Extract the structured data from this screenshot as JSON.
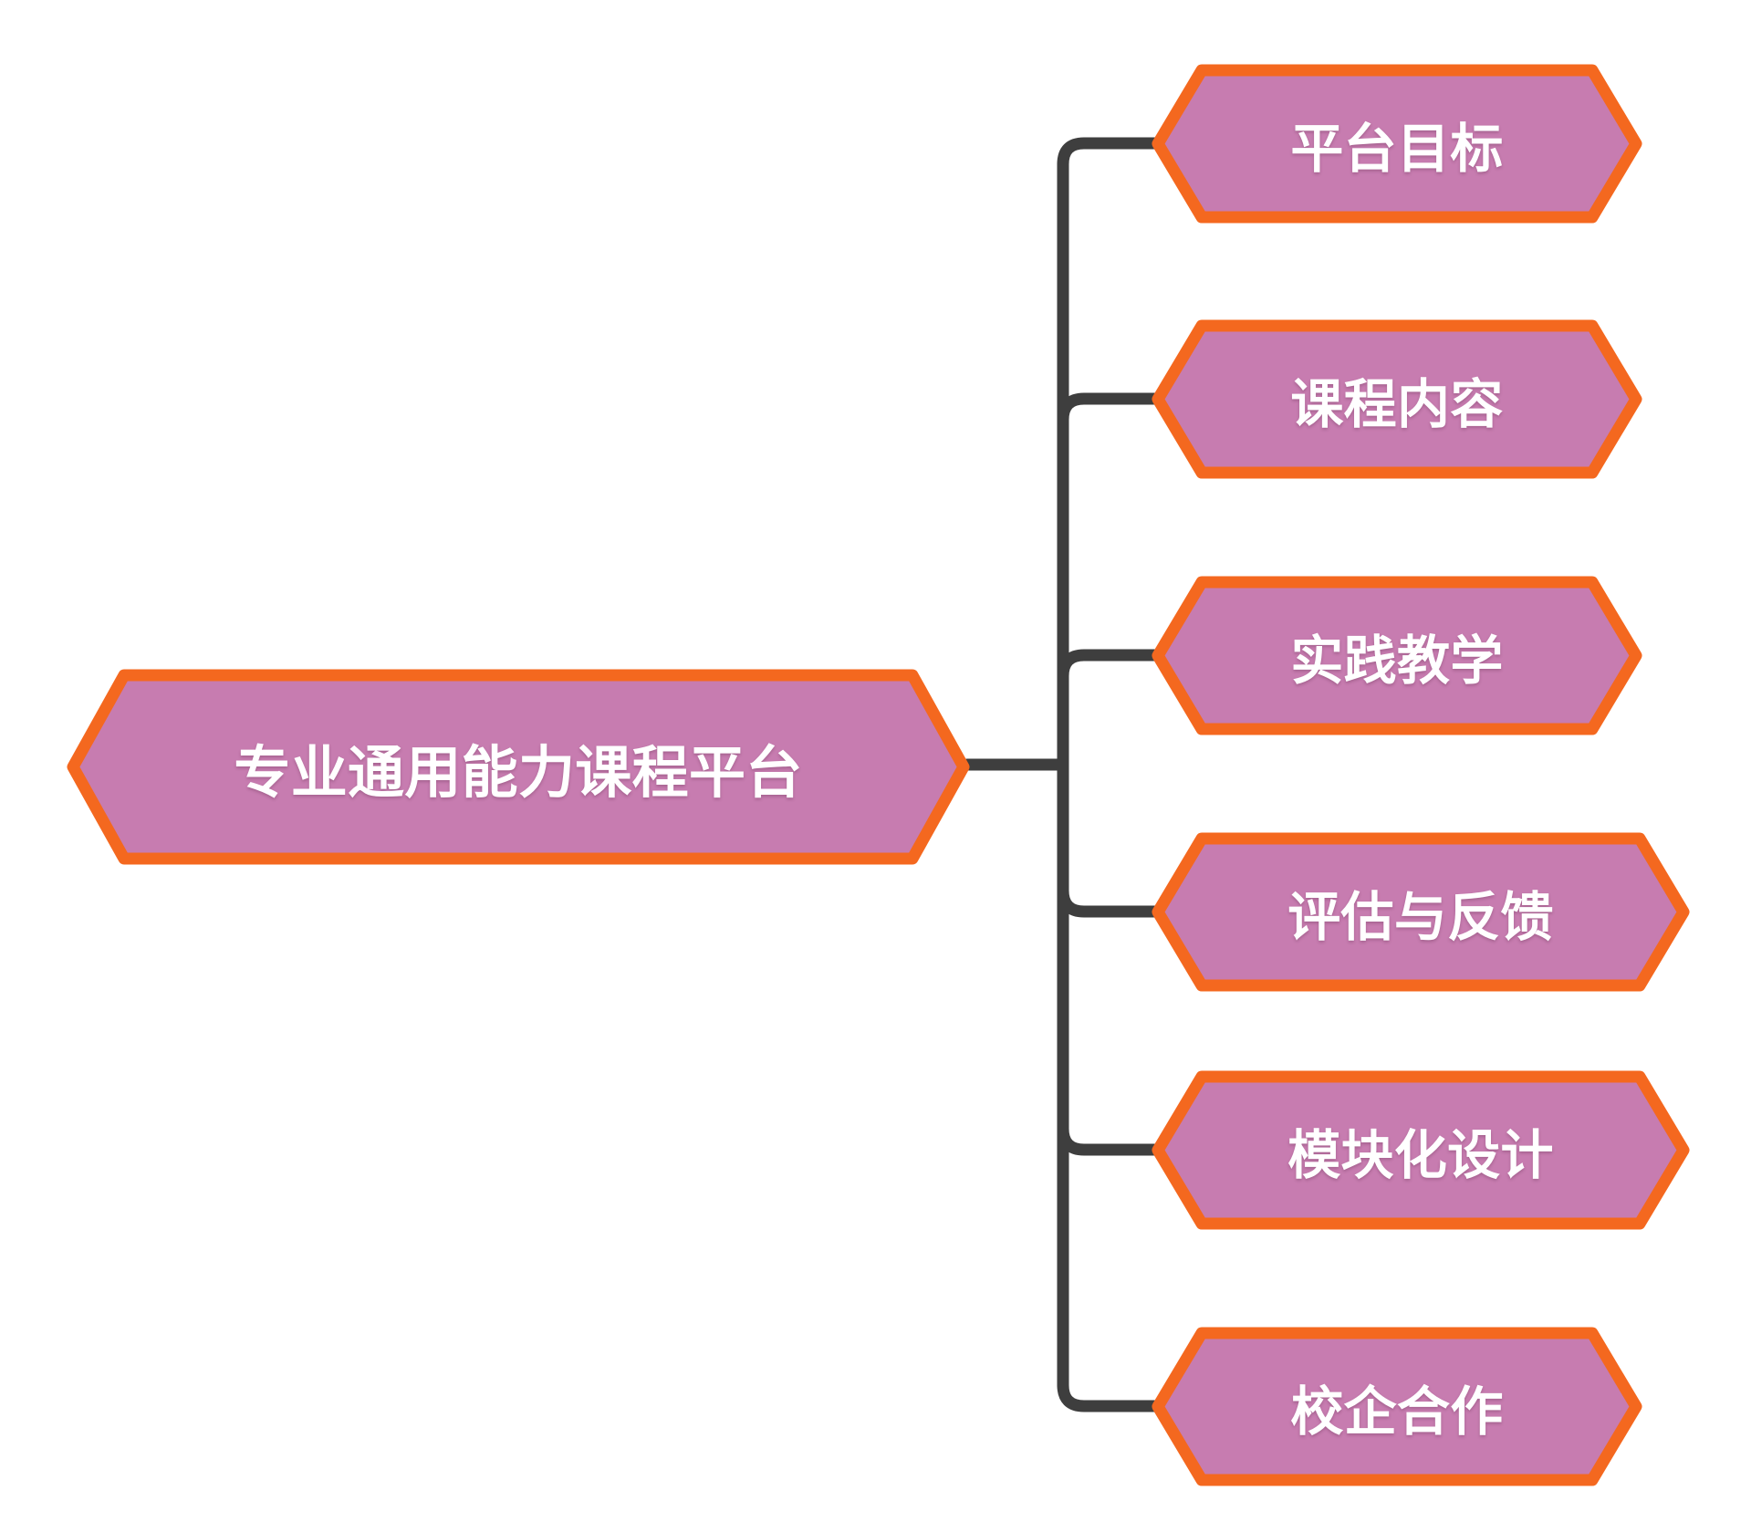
{
  "diagram": {
    "type": "mind-map",
    "orientation": "left-root-right-children",
    "background_color": "#FFFFFF",
    "node_fill_color": "#C77CB0",
    "node_border_color": "#F4681F",
    "node_text_color": "#FFFFFF",
    "connector_color": "#3E3E3E",
    "root": {
      "id": "root",
      "label": "专业通用能力课程平台",
      "shape": "hexagon"
    },
    "children": [
      {
        "id": "child-1",
        "label": "平台目标",
        "shape": "hexagon"
      },
      {
        "id": "child-2",
        "label": "课程内容",
        "shape": "hexagon"
      },
      {
        "id": "child-3",
        "label": "实践教学",
        "shape": "hexagon"
      },
      {
        "id": "child-4",
        "label": "评估与反馈",
        "shape": "hexagon"
      },
      {
        "id": "child-5",
        "label": "模块化设计",
        "shape": "hexagon"
      },
      {
        "id": "child-6",
        "label": "校企合作",
        "shape": "hexagon"
      }
    ]
  }
}
